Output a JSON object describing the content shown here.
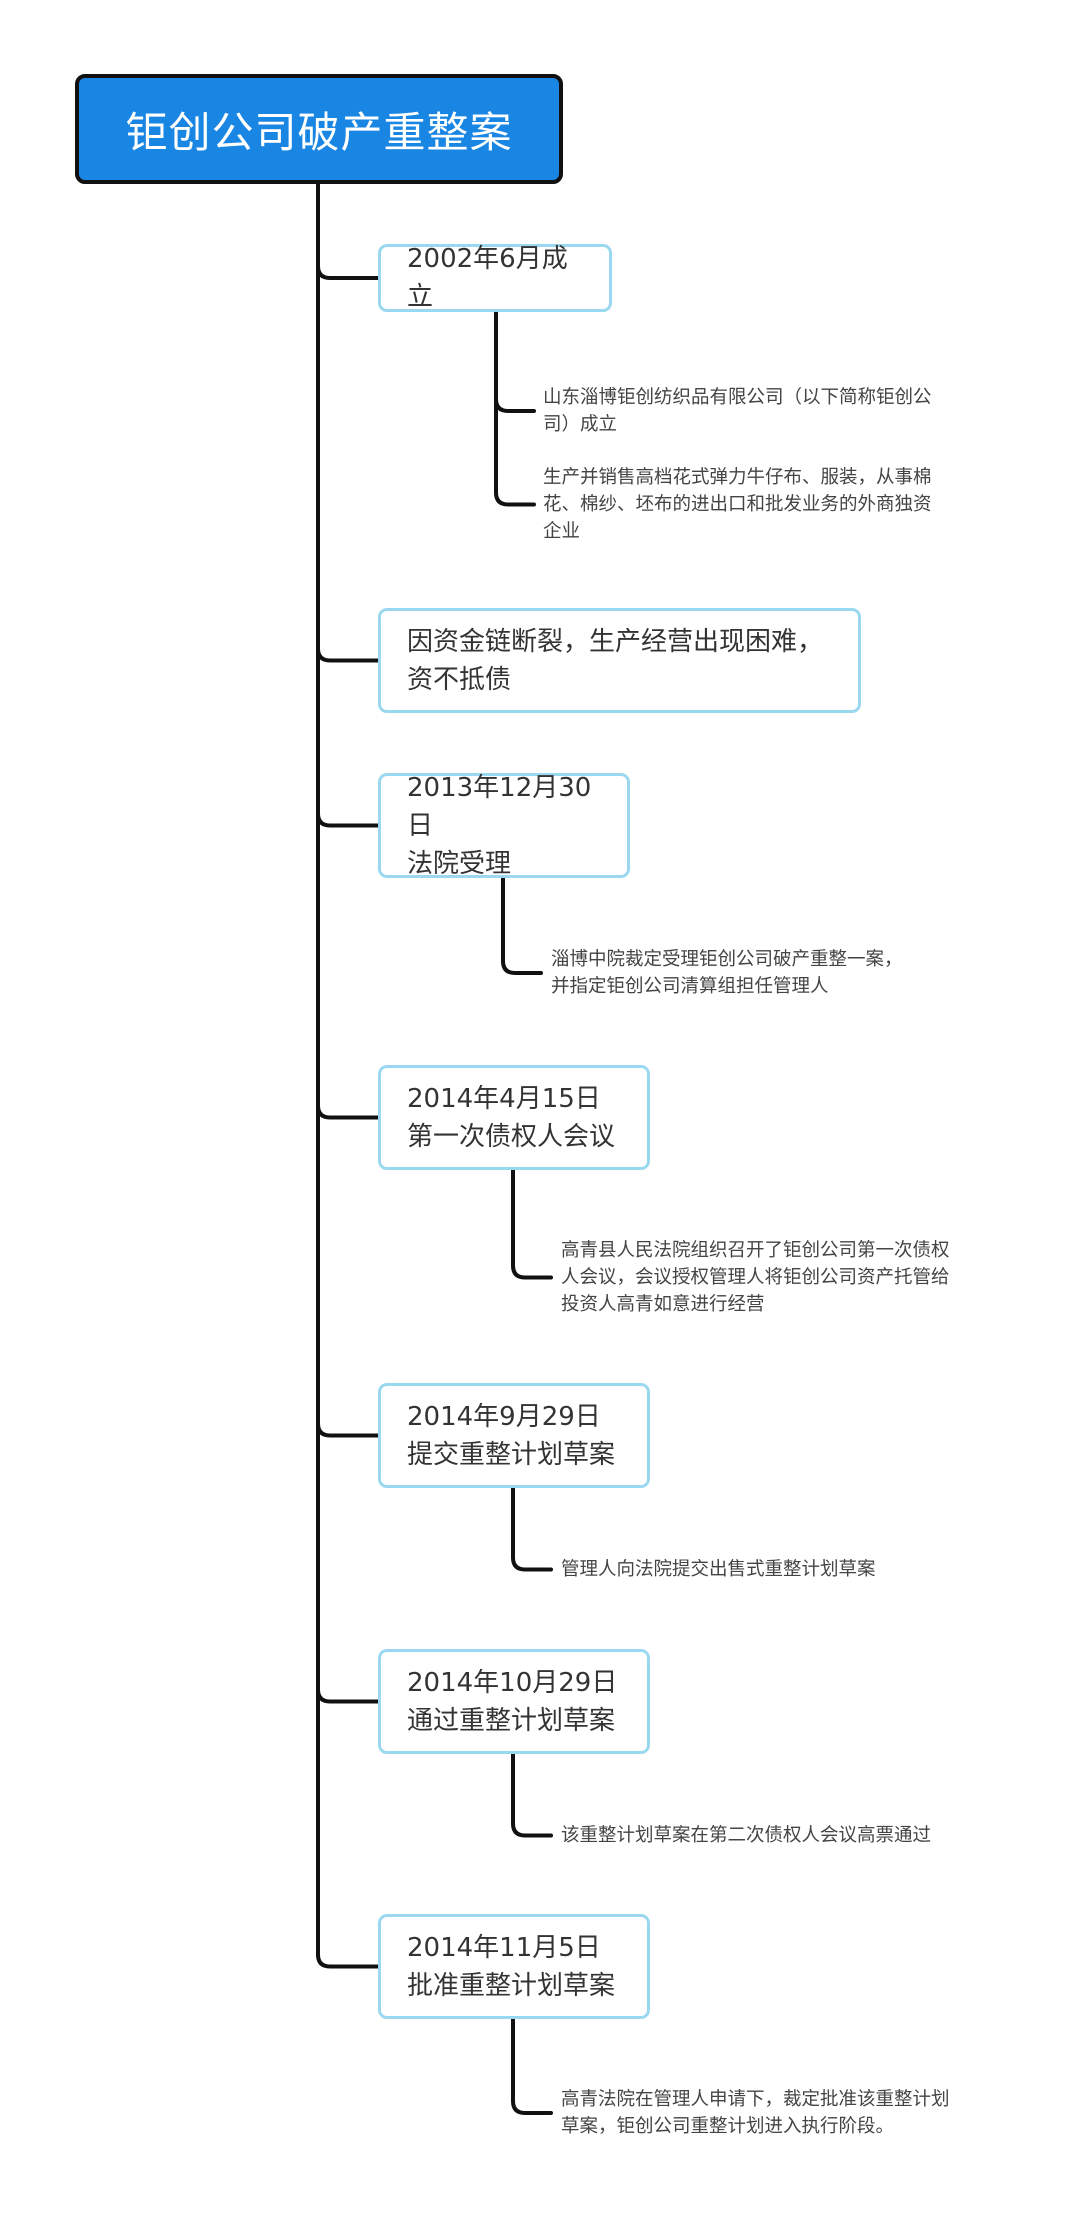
{
  "title": "钜创公司破产重整案",
  "nodes": [
    {
      "lines": [
        "2002年6月成立"
      ],
      "details": [
        [
          "山东淄博钜创纺织品有限公司（以下简称钜创公",
          "司）成立"
        ],
        [
          "生产并销售高档花式弹力牛仔布、服装，从事棉",
          "花、棉纱、坯布的进出口和批发业务的外商独资",
          "企业"
        ]
      ]
    },
    {
      "lines": [
        "因资金链断裂，生产经营出现困难，",
        "资不抵债"
      ],
      "details": []
    },
    {
      "lines": [
        "2013年12月30日",
        "法院受理"
      ],
      "details": [
        [
          "淄博中院裁定受理钜创公司破产重整一案，",
          "并指定钜创公司清算组担任管理人"
        ]
      ]
    },
    {
      "lines": [
        "2014年4月15日",
        "第一次债权人会议"
      ],
      "details": [
        [
          "高青县人民法院组织召开了钜创公司第一次债权",
          "人会议，会议授权管理人将钜创公司资产托管给",
          "投资人高青如意进行经营"
        ]
      ]
    },
    {
      "lines": [
        "2014年9月29日",
        "提交重整计划草案"
      ],
      "details": [
        [
          "管理人向法院提交出售式重整计划草案"
        ]
      ]
    },
    {
      "lines": [
        "2014年10月29日",
        "通过重整计划草案"
      ],
      "details": [
        [
          "该重整计划草案在第二次债权人会议高票通过"
        ]
      ]
    },
    {
      "lines": [
        "2014年11月5日",
        "批准重整计划草案"
      ],
      "details": [
        [
          "高青法院在管理人申请下，裁定批准该重整计划",
          "草案，钜创公司重整计划进入执行阶段。"
        ]
      ]
    }
  ],
  "colors": {
    "root_fill": "#1a86e3",
    "root_border": "#111111",
    "node_border": "#9ad8f0",
    "connector": "#111111"
  }
}
